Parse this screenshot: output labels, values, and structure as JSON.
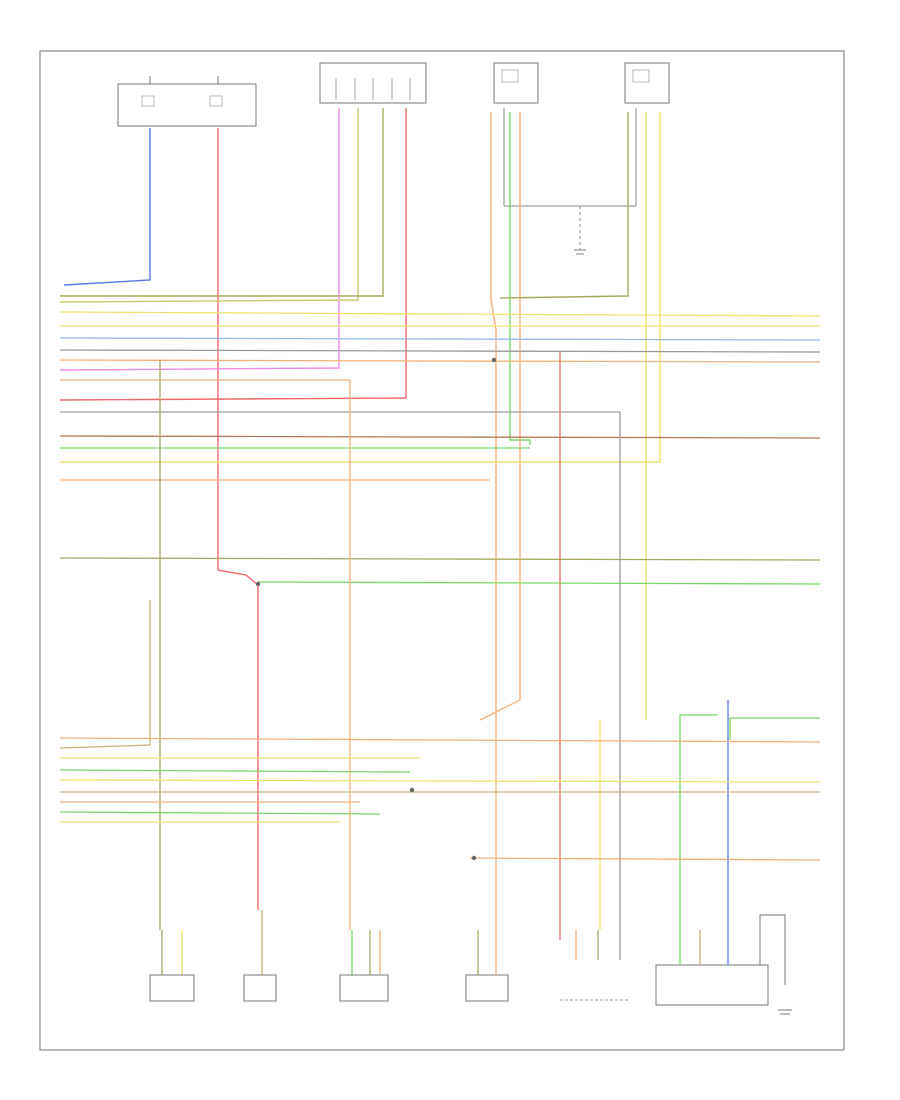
{
  "diagram": {
    "page_mark": "",
    "top_components": [
      {
        "id": "batt-dist-box",
        "label_lines": []
      },
      {
        "id": "connector-block-top",
        "label_lines": []
      },
      {
        "id": "relay-left",
        "label_lines": []
      },
      {
        "id": "relay-right",
        "label_lines": []
      }
    ],
    "bottom_components": [
      {
        "id": "comp-1",
        "label_lines": []
      },
      {
        "id": "comp-2",
        "label_lines": []
      },
      {
        "id": "comp-3",
        "label_lines": []
      },
      {
        "id": "comp-4",
        "label_lines": []
      },
      {
        "id": "comp-5",
        "label_lines": []
      },
      {
        "id": "comp-6",
        "label_lines": []
      }
    ],
    "wire_colors": {
      "blue": "#5a78e6",
      "red": "#ee6a6a",
      "pink": "#f08ae0",
      "yellow": "#eee070",
      "green": "#7ad86a",
      "tan": "#c8b07a",
      "olive": "#a8a862",
      "orange": "#f4b07a",
      "gray": "#9a9a9a",
      "lightblue": "#9ab8e6",
      "brown": "#b07858",
      "violet": "#b08ad8"
    }
  }
}
